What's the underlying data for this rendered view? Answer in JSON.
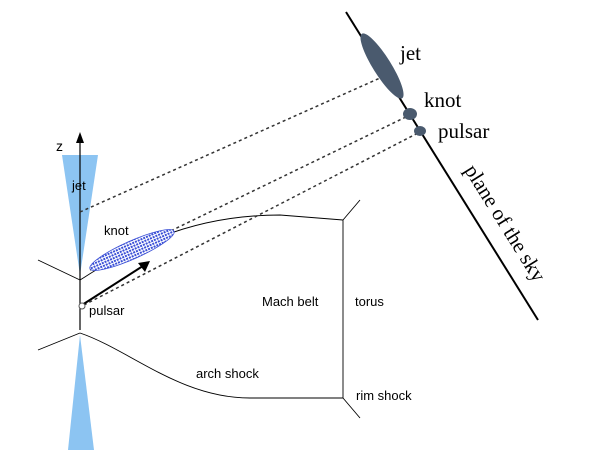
{
  "labels": {
    "z_axis": "z",
    "jet_left": "jet",
    "knot_left": "knot",
    "pulsar_left": "pulsar",
    "mach_belt": "Mach belt",
    "torus": "torus",
    "arch_shock": "arch shock",
    "rim_shock": "rim shock",
    "jet_right": "jet",
    "knot_right": "knot",
    "pulsar_right": "pulsar",
    "plane_of_sky": "plane of the sky"
  },
  "colors": {
    "jet_cone": "#8cc4f2",
    "knot_blob": "#3a4fd6",
    "projected_features": "#4a5a6e",
    "lines": "#000000"
  }
}
